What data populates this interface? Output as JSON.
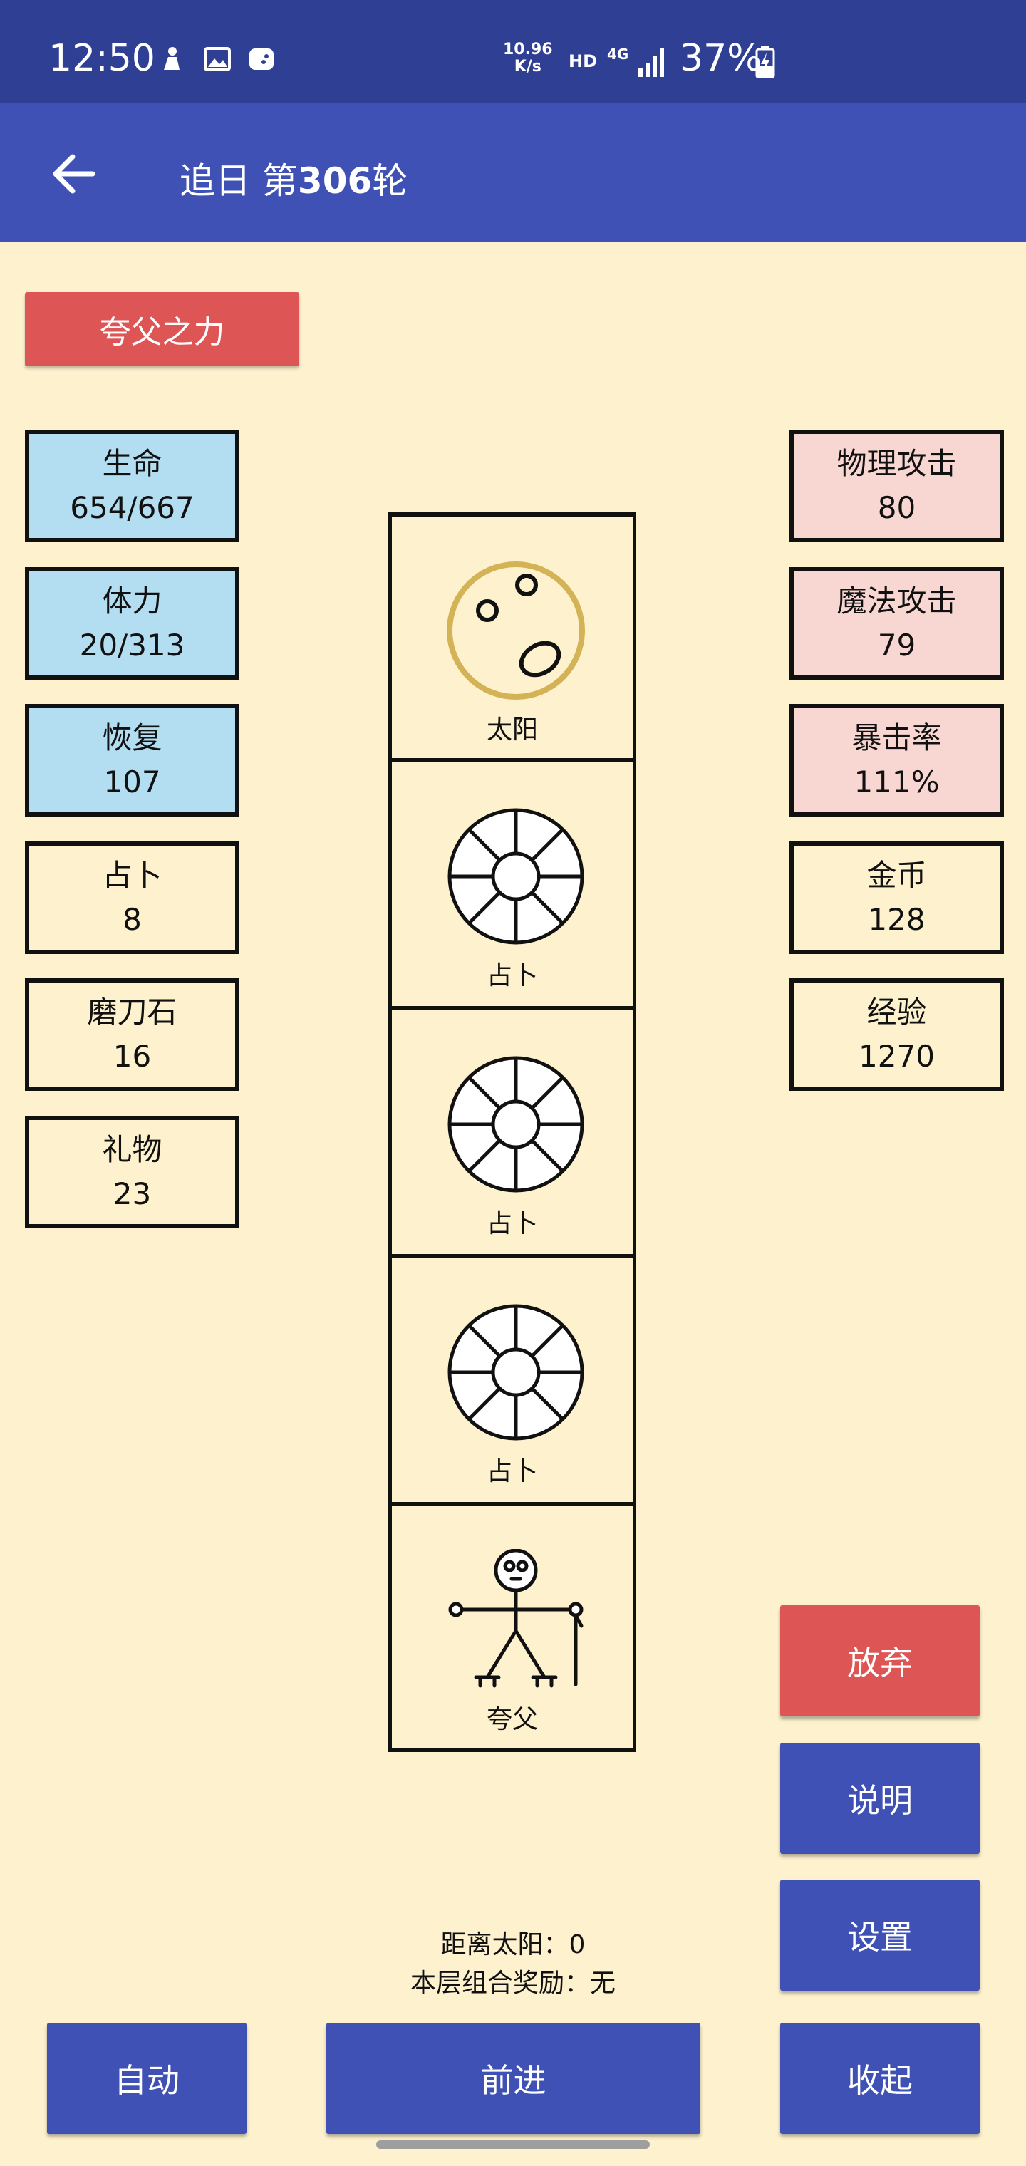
{
  "status_bar": {
    "time": "12:50",
    "net_speed_value": "10.96",
    "net_speed_unit": "K/s",
    "hd": "HD",
    "network": "4G",
    "battery": "37%",
    "icons": [
      "person-icon",
      "image-icon",
      "game-icon",
      "signal-icon",
      "battery-charging-icon"
    ]
  },
  "app_bar": {
    "back_icon": "arrow-back-icon",
    "title_prefix": "追日 第",
    "title_number": "306",
    "title_suffix": "轮"
  },
  "power_button": "夸父之力",
  "left_stats": [
    {
      "label": "生命",
      "value": "654/667"
    },
    {
      "label": "体力",
      "value": "20/313"
    },
    {
      "label": "恢复",
      "value": "107"
    },
    {
      "label": "占卜",
      "value": "8"
    },
    {
      "label": "磨刀石",
      "value": "16"
    },
    {
      "label": "礼物",
      "value": "23"
    }
  ],
  "right_stats": [
    {
      "label": "物理攻击",
      "value": "80"
    },
    {
      "label": "魔法攻击",
      "value": "79"
    },
    {
      "label": "暴击率",
      "value": "111%"
    },
    {
      "label": "金币",
      "value": "128"
    },
    {
      "label": "经验",
      "value": "1270"
    }
  ],
  "column_cells": [
    {
      "label": "太阳",
      "icon": "sun-icon"
    },
    {
      "label": "占卜",
      "icon": "divination-wheel-icon"
    },
    {
      "label": "占卜",
      "icon": "divination-wheel-icon"
    },
    {
      "label": "占卜",
      "icon": "divination-wheel-icon"
    },
    {
      "label": "夸父",
      "icon": "kuafu-stick-figure-icon"
    }
  ],
  "info": {
    "distance": "距离太阳：0",
    "combo_reward": "本层组合奖励：无"
  },
  "buttons": {
    "give_up": "放弃",
    "help": "说明",
    "settings": "设置",
    "collapse": "收起",
    "auto": "自动",
    "forward": "前进"
  },
  "colors": {
    "background": "#fdf1ce",
    "app_bar": "#3f51b5",
    "status_bar": "#2f3f93",
    "red_button": "#dd5555",
    "blue_stat": "#b3def2",
    "pink_stat": "#f8d7d3",
    "sun_ring": "#d4b256"
  }
}
